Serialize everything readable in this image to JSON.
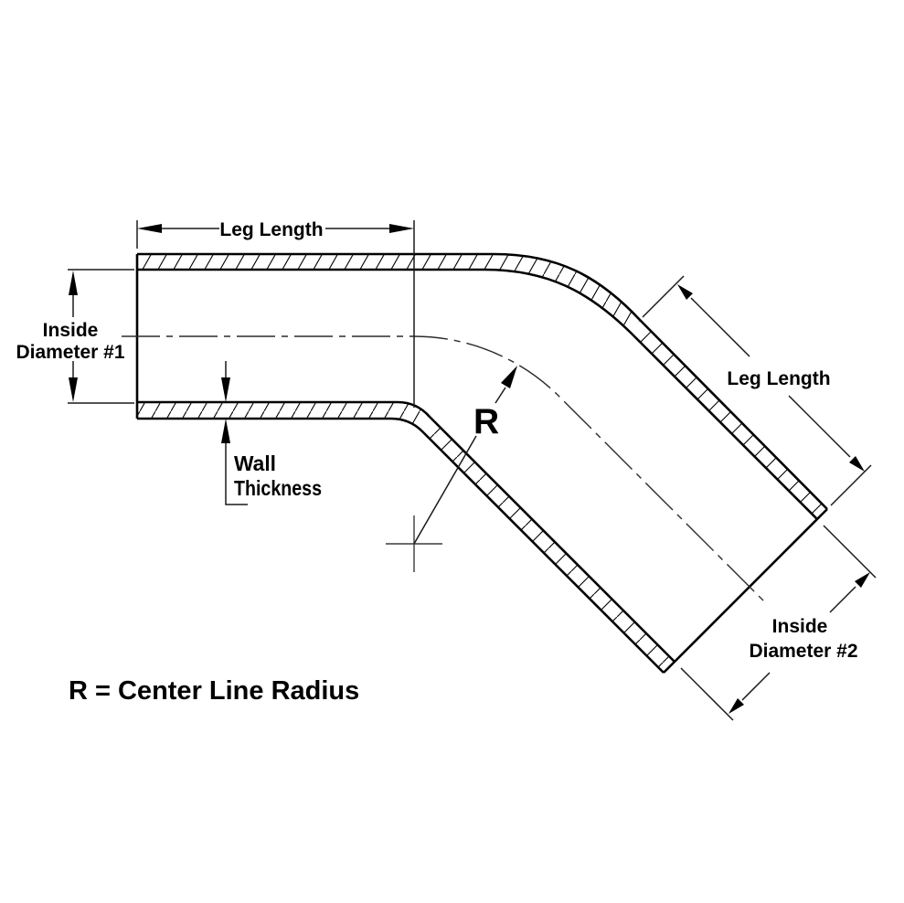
{
  "diagram": {
    "kind": "45-degree elbow hose coupler dimension drawing",
    "labels": {
      "leg_length_top": "Leg Length",
      "leg_length_right": "Leg Length",
      "inside_diameter_1_line1": "Inside",
      "inside_diameter_1_line2": "Diameter #1",
      "inside_diameter_2_line1": "Inside",
      "inside_diameter_2_line2": "Diameter #2",
      "wall_thickness_line1": "Wall",
      "wall_thickness_line2": "Thickness",
      "radius_symbol": "R",
      "radius_note": "R = Center Line Radius"
    },
    "colors": {
      "line": "#000000",
      "background": "#ffffff"
    }
  }
}
